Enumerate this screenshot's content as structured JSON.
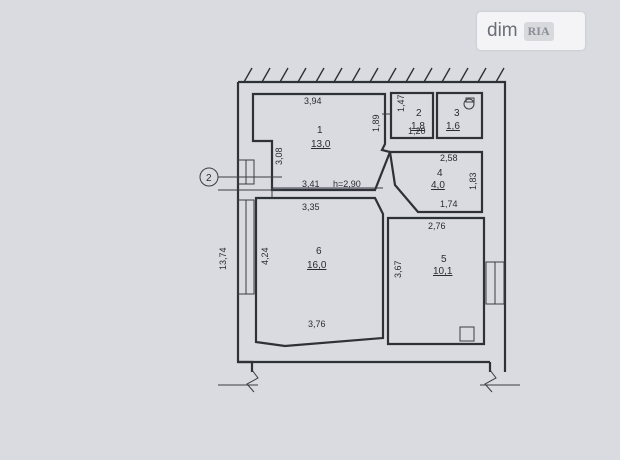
{
  "watermark": {
    "brand": "dim",
    "badge": "RIA"
  },
  "plan": {
    "marker": "2",
    "rooms": [
      {
        "id": "1",
        "number": "1",
        "area": "13,0"
      },
      {
        "id": "2",
        "number": "2",
        "area": "1,8"
      },
      {
        "id": "3",
        "number": "3",
        "area": "1,6"
      },
      {
        "id": "4",
        "number": "4",
        "area": "4,0"
      },
      {
        "id": "5",
        "number": "5",
        "area": "10,1"
      },
      {
        "id": "6",
        "number": "6",
        "area": "16,0"
      }
    ],
    "dimensions": {
      "r1_top": "3,94",
      "r1_left": "3,08",
      "r1_right": "1,89",
      "r1_bottom": "3,41",
      "ceiling": "h=2,90",
      "r2_left": "1,47",
      "r2_bottom": "1,20",
      "r4_top": "2,58",
      "r4_right": "1,83",
      "r4_bottom": "1,74",
      "r6_top": "3,35",
      "r6_left": "4,24",
      "r6_bottom": "3,76",
      "r5_top": "2,76",
      "r5_left": "3,67",
      "total_height": "13,74"
    }
  }
}
